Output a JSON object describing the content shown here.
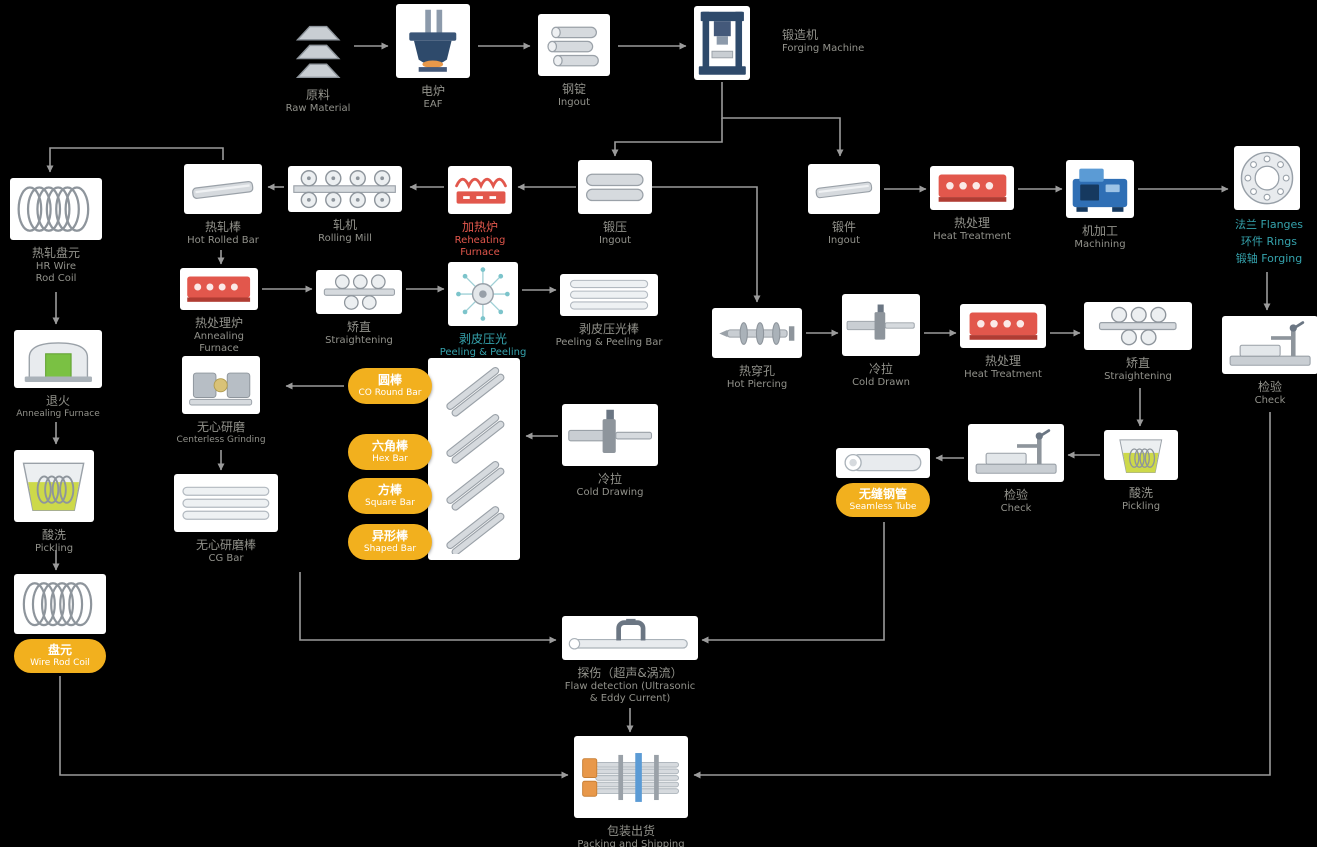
{
  "colors": {
    "background": "#000000",
    "badge_yellow": "#f2b01e",
    "label_gray": "#92928b",
    "label_red": "#e2574c",
    "label_teal": "#35a3ad",
    "arrow_gray": "#9b9b9b",
    "card_white": "#ffffff"
  },
  "nodes": {
    "raw_material": {
      "zh": "原料",
      "en": "Raw Material"
    },
    "eaf": {
      "zh": "电炉",
      "en": "EAF"
    },
    "ingot": {
      "zh": "钢锭",
      "en": "Ingout"
    },
    "forging_machine": {
      "zh": "锻造机",
      "en": "Forging Machine"
    },
    "forging_press": {
      "zh": "锻压",
      "en": "Ingout"
    },
    "reheating_furnace": {
      "zh": "加热炉",
      "en": "Reheating Furnace"
    },
    "rolling_mill": {
      "zh": "轧机",
      "en": "Rolling Mill"
    },
    "hot_rolled_bar": {
      "zh": "热轧棒",
      "en": "Hot Rolled Bar"
    },
    "hr_wire_rod_coil": {
      "zh": "热轧盘元",
      "en": "HR Wire Rod Coil"
    },
    "annealing_furnace": {
      "zh": "退火",
      "en": "Annealing Furnace"
    },
    "pickling_coil": {
      "zh": "酸洗",
      "en": "Pickling"
    },
    "wire_rod_coil": {
      "zh": "盘元",
      "en": "Wire Rod Coil"
    },
    "heat_treatment_furnace": {
      "zh": "热处理炉",
      "en": "Annealing Furnace"
    },
    "straightening1": {
      "zh": "矫直",
      "en": "Straightening"
    },
    "peeling": {
      "zh": "剥皮压光",
      "en": "Peeling & Peeling"
    },
    "peeling_bar": {
      "zh": "剥皮压光棒",
      "en": "Peeling & Peeling Bar"
    },
    "centerless_grinding": {
      "zh": "无心研磨",
      "en": "Centerless Grinding"
    },
    "cg_bar": {
      "zh": "无心研磨棒",
      "en": "CG Bar"
    },
    "round_bar": {
      "zh": "圆棒",
      "en": "CO Round Bar"
    },
    "hex_bar": {
      "zh": "六角棒",
      "en": "Hex Bar"
    },
    "square_bar": {
      "zh": "方棒",
      "en": "Square Bar"
    },
    "shaped_bar": {
      "zh": "异形棒",
      "en": "Shaped Bar"
    },
    "cold_drawing": {
      "zh": "冷拉",
      "en": "Cold Drawing"
    },
    "forged_part": {
      "zh": "锻件",
      "en": "Ingout"
    },
    "heat_treatment1": {
      "zh": "热处理",
      "en": "Heat Treatment"
    },
    "machining": {
      "zh": "机加工",
      "en": "Machining"
    },
    "flanges": {
      "line1": "法兰 Flanges",
      "line2": "环件 Rings",
      "line3": "锻轴 Forging"
    },
    "check1": {
      "zh": "检验",
      "en": "Check"
    },
    "hot_piercing": {
      "zh": "热穿孔",
      "en": "Hot Piercing"
    },
    "cold_drawn": {
      "zh": "冷拉",
      "en": "Cold Drawn"
    },
    "heat_treatment2": {
      "zh": "热处理",
      "en": "Heat Treatment"
    },
    "straightening2": {
      "zh": "矫直",
      "en": "Straightening"
    },
    "pickling2": {
      "zh": "酸洗",
      "en": "Pickling"
    },
    "check2": {
      "zh": "检验",
      "en": "Check"
    },
    "seamless_tube": {
      "zh": "无缝钢管",
      "en": "Seamless Tube"
    },
    "flaw_detection": {
      "zh": "探伤（超声&涡流）",
      "en": "Flaw detection (Ultrasonic & Eddy Current)"
    },
    "packing": {
      "zh": "包装出货",
      "en": "Packing and Shipping"
    }
  }
}
